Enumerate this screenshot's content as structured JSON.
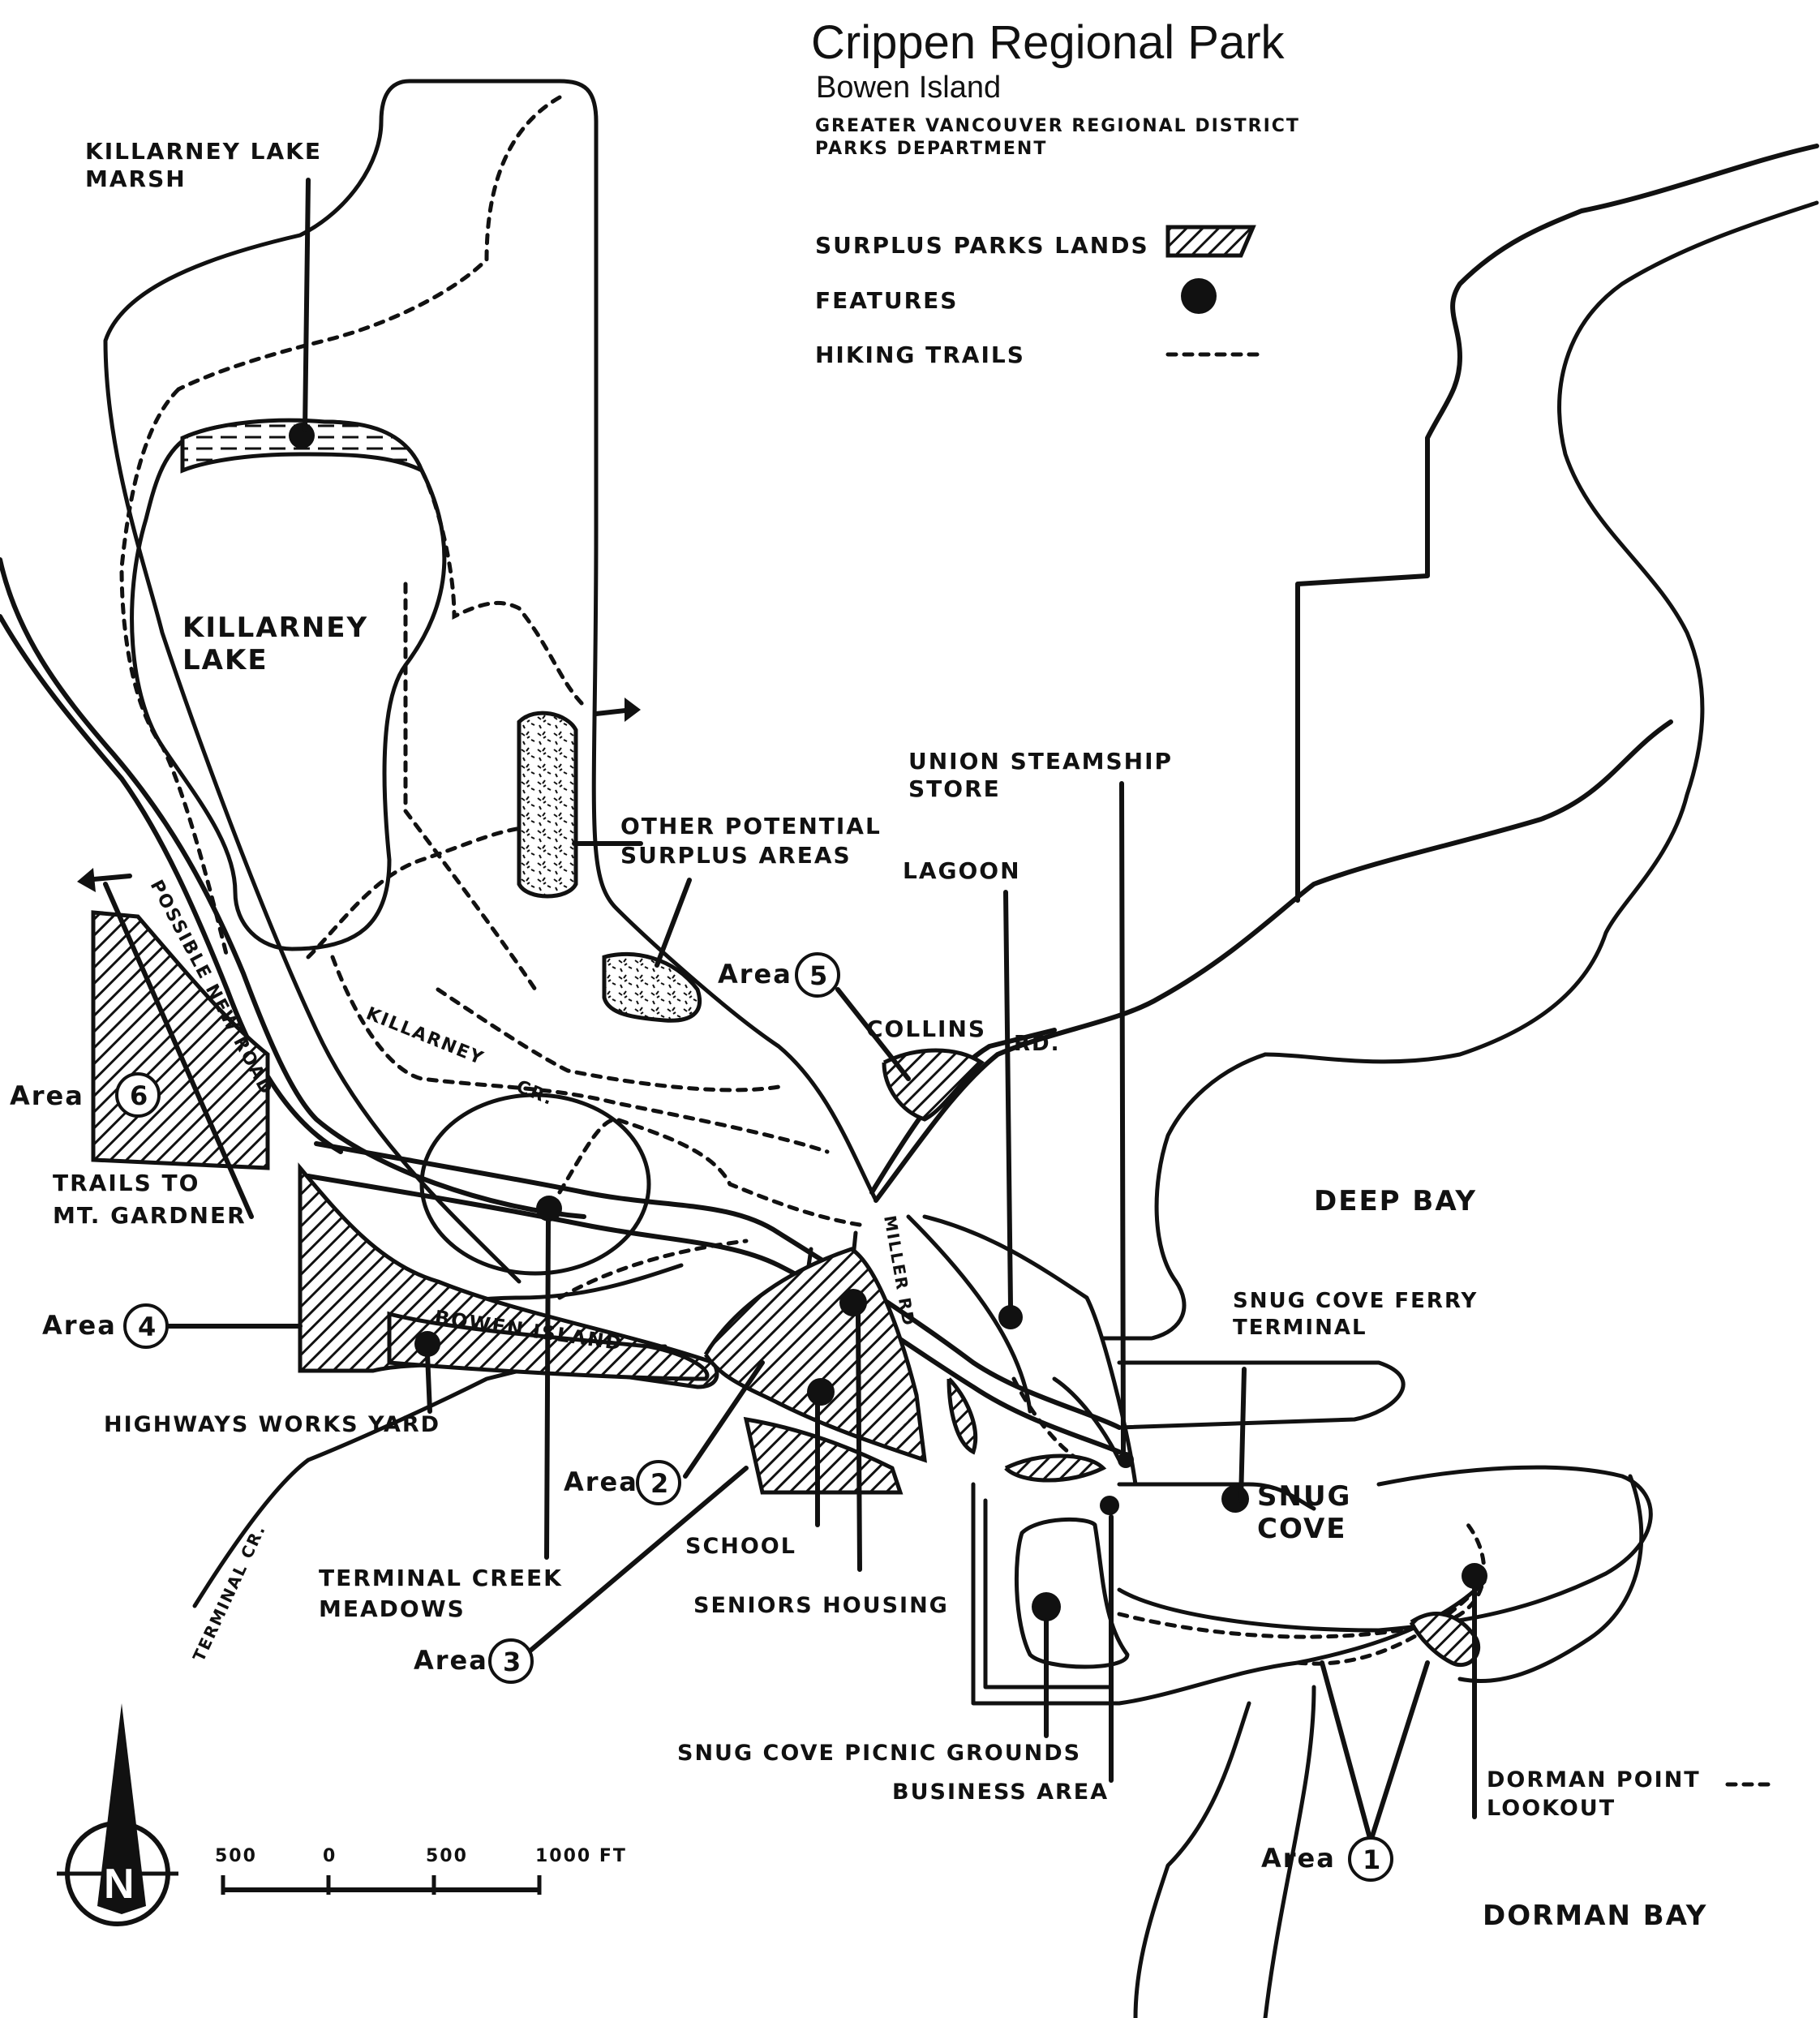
{
  "title": "Crippen Regional Park",
  "subtitle": "Bowen Island",
  "agency_line1": "GREATER VANCOUVER REGIONAL DISTRICT",
  "agency_line2": "PARKS DEPARTMENT",
  "legend": {
    "surplus": "SURPLUS PARKS LANDS",
    "features": "FEATURES",
    "trails": "HIKING TRAILS"
  },
  "places": {
    "killarney_marsh_1": "KILLARNEY LAKE",
    "killarney_marsh_2": "MARSH",
    "killarney_lake_1": "KILLARNEY",
    "killarney_lake_2": "LAKE",
    "other_surplus_1": "OTHER POTENTIAL",
    "other_surplus_2": "SURPLUS AREAS",
    "union_1": "UNION STEAMSHIP",
    "union_2": "STORE",
    "lagoon": "LAGOON",
    "collins_rd": "COLLINS",
    "collins_rd2": "RD.",
    "deep_bay": "DEEP BAY",
    "ferry_1": "SNUG COVE FERRY",
    "ferry_2": "TERMINAL",
    "snug_cove_1": "SNUG",
    "snug_cove_2": "COVE",
    "trails_gardner_1": "TRAILS TO",
    "trails_gardner_2": "MT. GARDNER",
    "highways": "HIGHWAYS WORKS YARD",
    "school": "SCHOOL",
    "seniors": "SENIORS HOUSING",
    "terminal_meadows_1": "TERMINAL CREEK",
    "terminal_meadows_2": "MEADOWS",
    "picnic": "SNUG COVE PICNIC GROUNDS",
    "business": "BUSINESS AREA",
    "dorman_lookout_1": "DORMAN POINT",
    "dorman_lookout_2": "LOOKOUT",
    "dorman_bay": "DORMAN BAY",
    "killarney_cr": "KILLARNEY",
    "killarney_cr2": "CR.",
    "bowen_island": "BOWEN ISLAND",
    "possible_new_road": "POSSIBLE NEW ROAD",
    "miller_rd": "MILLER RD",
    "terminal_cr": "TERMINAL CR."
  },
  "areas": {
    "word": "Area",
    "a1": "1",
    "a2": "2",
    "a3": "3",
    "a4": "4",
    "a5": "5",
    "a6": "6"
  },
  "scale": {
    "t0": "500",
    "t1": "0",
    "t2": "500",
    "t3": "1000 FT"
  },
  "north": "N"
}
